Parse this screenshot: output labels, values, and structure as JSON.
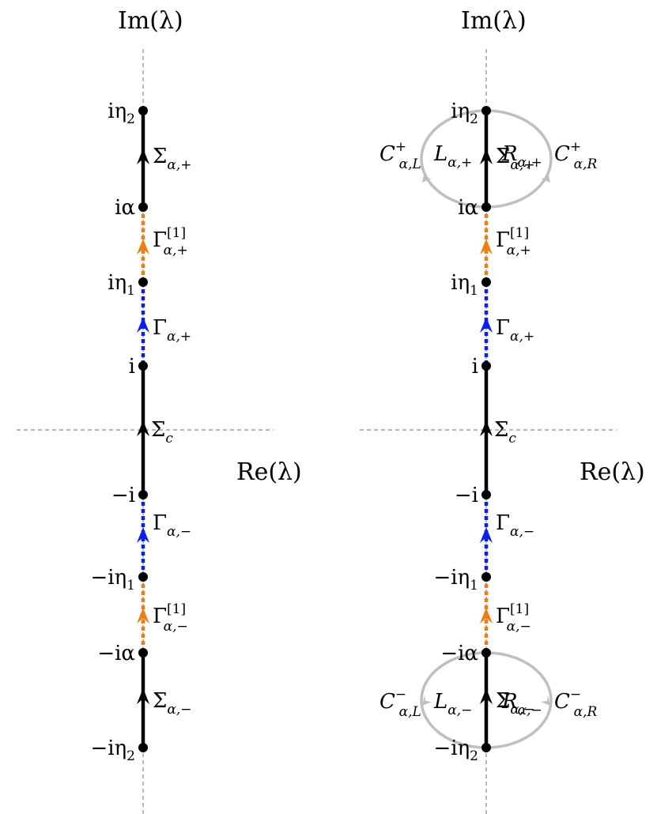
{
  "colors": {
    "black": "#000000",
    "blue": "#0a1ef0",
    "orange": "#f07d0f",
    "gray": "#bfbfbf",
    "axis": "#707070"
  },
  "axes": {
    "im_label": "Im(λ)",
    "re_label": "Re(λ)"
  },
  "points": {
    "i_eta2": {
      "main": "iη",
      "sub": "2"
    },
    "i_alpha": {
      "main": "iα",
      "sub": ""
    },
    "i_eta1": {
      "main": "iη",
      "sub": "1"
    },
    "i": {
      "main": "i",
      "sub": ""
    },
    "neg_i": {
      "main": "−i",
      "sub": ""
    },
    "neg_i_eta1": {
      "main": "−iη",
      "sub": "1"
    },
    "neg_i_alpha": {
      "main": "−iα",
      "sub": ""
    },
    "neg_i_eta2": {
      "main": "−iη",
      "sub": "2"
    }
  },
  "segments": {
    "sigma_alpha_plus": {
      "main": "Σ",
      "sub": "α,+",
      "sup": ""
    },
    "gamma1_alpha_plus": {
      "main": "Γ",
      "sub": "α,+",
      "sup": "[1]"
    },
    "gamma_alpha_plus": {
      "main": "Γ",
      "sub": "α,+",
      "sup": ""
    },
    "sigma_c": {
      "main": "Σ",
      "sub": "c",
      "sup": ""
    },
    "gamma_alpha_minus": {
      "main": "Γ",
      "sub": "α,−",
      "sup": ""
    },
    "gamma1_alpha_minus": {
      "main": "Γ",
      "sub": "α,−",
      "sup": "[1]"
    },
    "sigma_alpha_minus": {
      "main": "Σ",
      "sub": "α,−",
      "sup": ""
    }
  },
  "regions": {
    "c_alpha_L_plus": {
      "main": "C",
      "sub": "α,L",
      "sup": "+"
    },
    "L_alpha_plus": {
      "main": "L",
      "sub": "α,+",
      "sup": ""
    },
    "R_alpha_plus": {
      "main": "R",
      "sub": "α,+",
      "sup": ""
    },
    "c_alpha_R_plus": {
      "main": "C",
      "sub": "α,R",
      "sup": "+"
    },
    "c_alpha_L_minus": {
      "main": "C",
      "sub": "α,L",
      "sup": "−"
    },
    "L_alpha_minus": {
      "main": "L",
      "sub": "α,−",
      "sup": ""
    },
    "R_alpha_minus": {
      "main": "R",
      "sub": "α,−",
      "sup": ""
    },
    "c_alpha_R_minus": {
      "main": "C",
      "sub": "α,R",
      "sup": "−"
    }
  }
}
